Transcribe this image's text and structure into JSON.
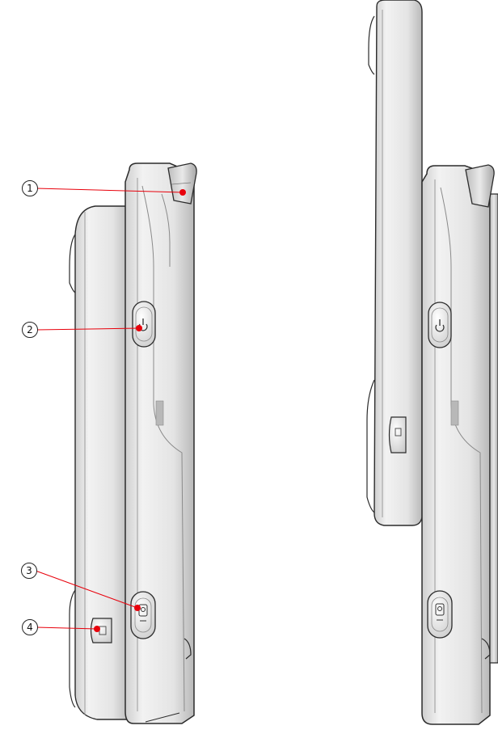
{
  "diagram": {
    "callouts": [
      {
        "id": "1",
        "label": "1"
      },
      {
        "id": "2",
        "label": "2"
      },
      {
        "id": "3",
        "label": "3"
      },
      {
        "id": "4",
        "label": "4"
      }
    ],
    "colors": {
      "callout_dot": "#e8000b",
      "leader_line": "#e8000b",
      "body_light": "#f1f1f1",
      "body_mid": "#d6d6d6",
      "body_dark": "#a9a9a9",
      "outline": "#2b2b2b"
    },
    "icons": [
      "power-icon",
      "camera-icon",
      "lock-key-icon"
    ]
  }
}
